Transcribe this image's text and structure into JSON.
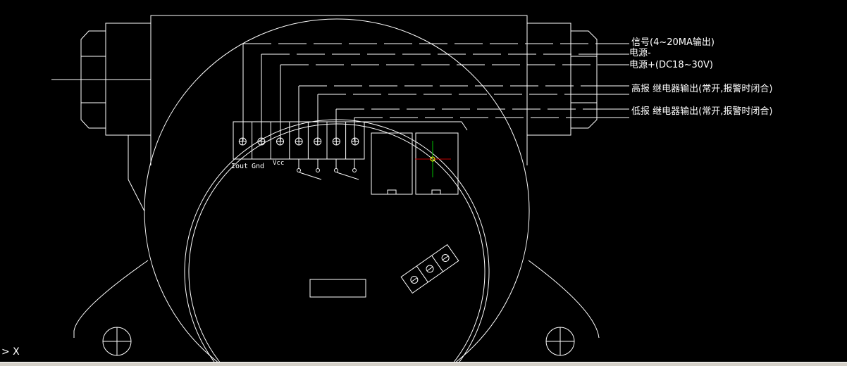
{
  "labels": {
    "signal": "信号(4~20MA输出)",
    "power_neg": "电源-",
    "power_pos": "电源+(DC18~30V)",
    "high_alarm": "高报 继电器输出(常开,报警时闭合)",
    "low_alarm": "低报 继电器输出(常开,报警时闭合)"
  },
  "terminals": {
    "iout": "Iout",
    "gnd": "Gnd",
    "vcc": "Vcc"
  },
  "command_prompt": "> X",
  "colors": {
    "background": "#000000",
    "lines": "#ffffff",
    "crosshair_x": "#c00000",
    "crosshair_y": "#00c000"
  }
}
